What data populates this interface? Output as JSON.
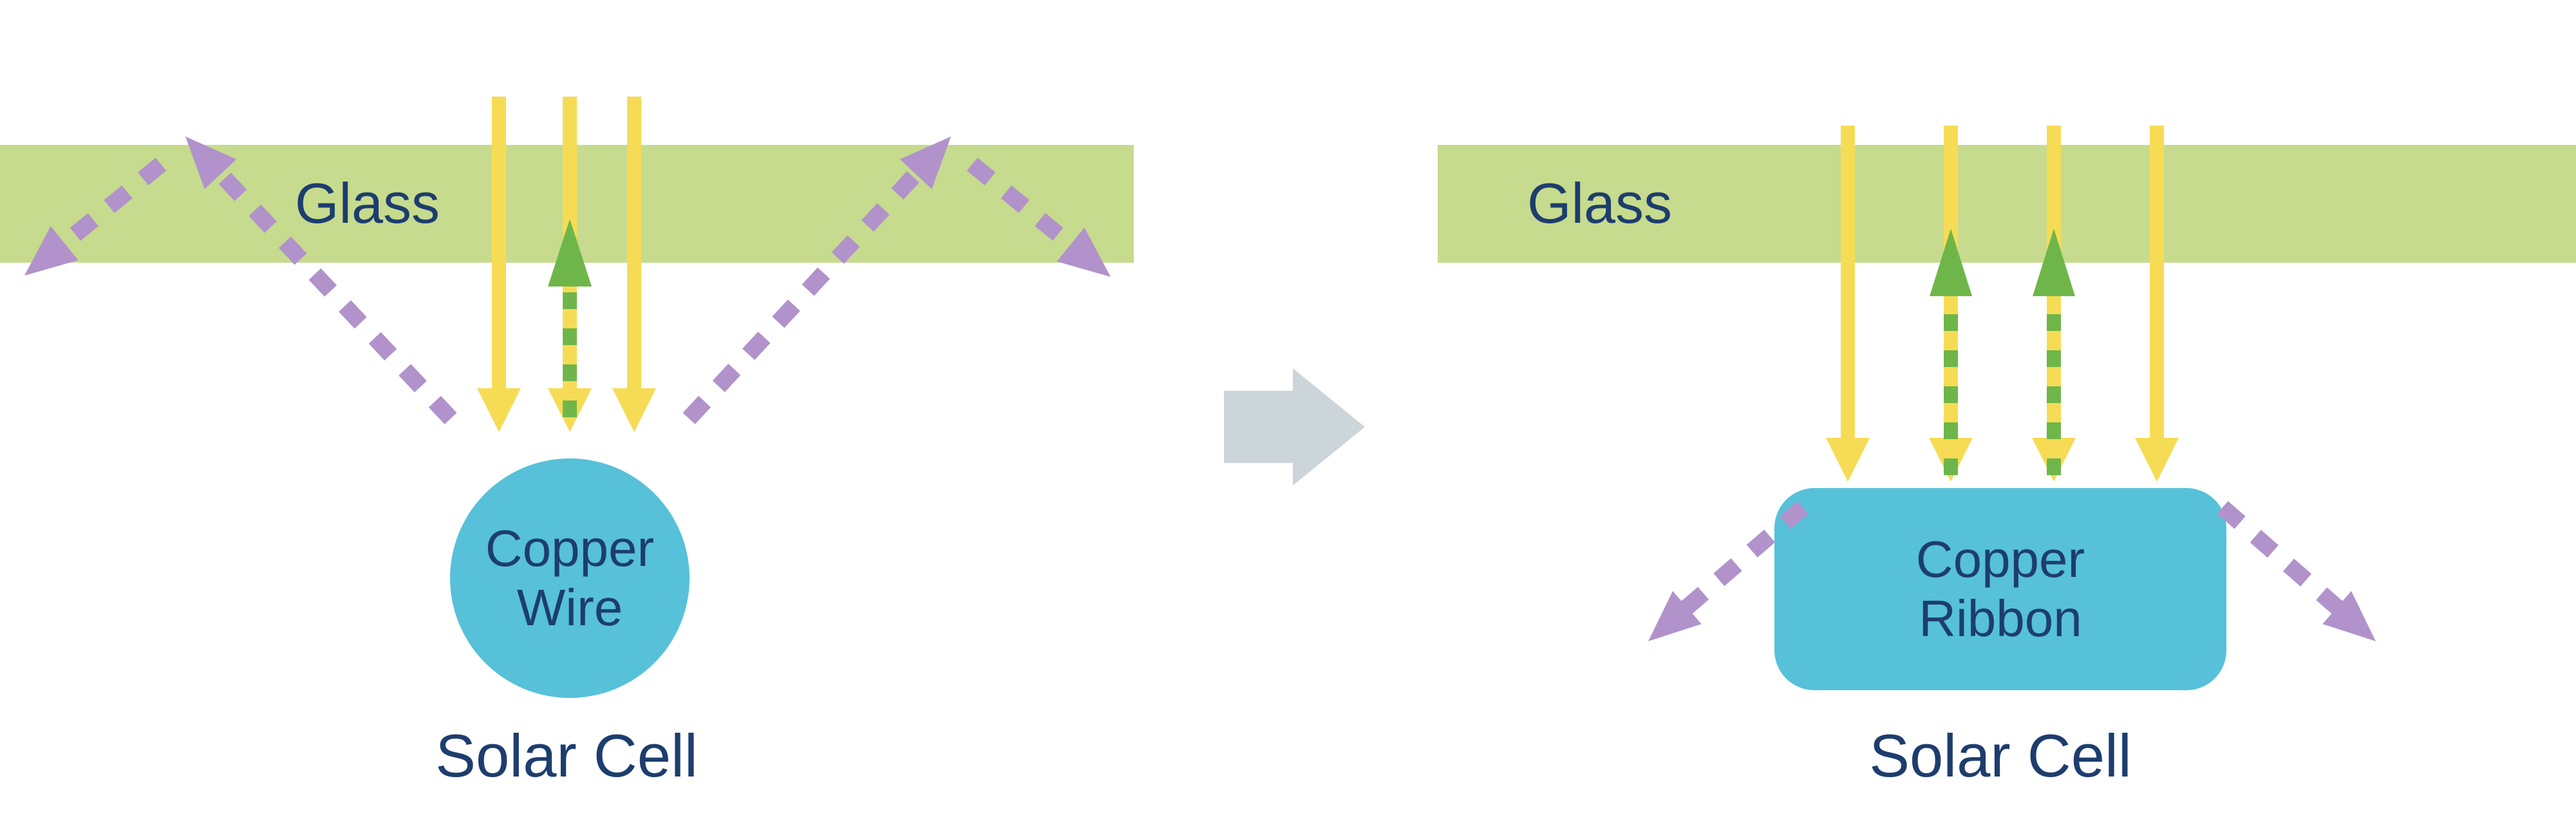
{
  "colors": {
    "glass-green": "#c6db8d",
    "navy": "#1d3d6e",
    "sun-yellow": "#f6dc55",
    "reflect-green": "#6fb64a",
    "escape-purple": "#b192cb",
    "copper-cyan": "#56c1d8",
    "arrow-gray": "#ccd5d9",
    "background": "#ffffff"
  },
  "left_diagram": {
    "glass_label": "Glass",
    "conductor_label_line1": "Copper",
    "conductor_label_line2": "Wire",
    "cell_label": "Solar Cell"
  },
  "right_diagram": {
    "glass_label": "Glass",
    "conductor_label_line1": "Copper",
    "conductor_label_line2": "Ribbon",
    "cell_label": "Solar Cell"
  }
}
